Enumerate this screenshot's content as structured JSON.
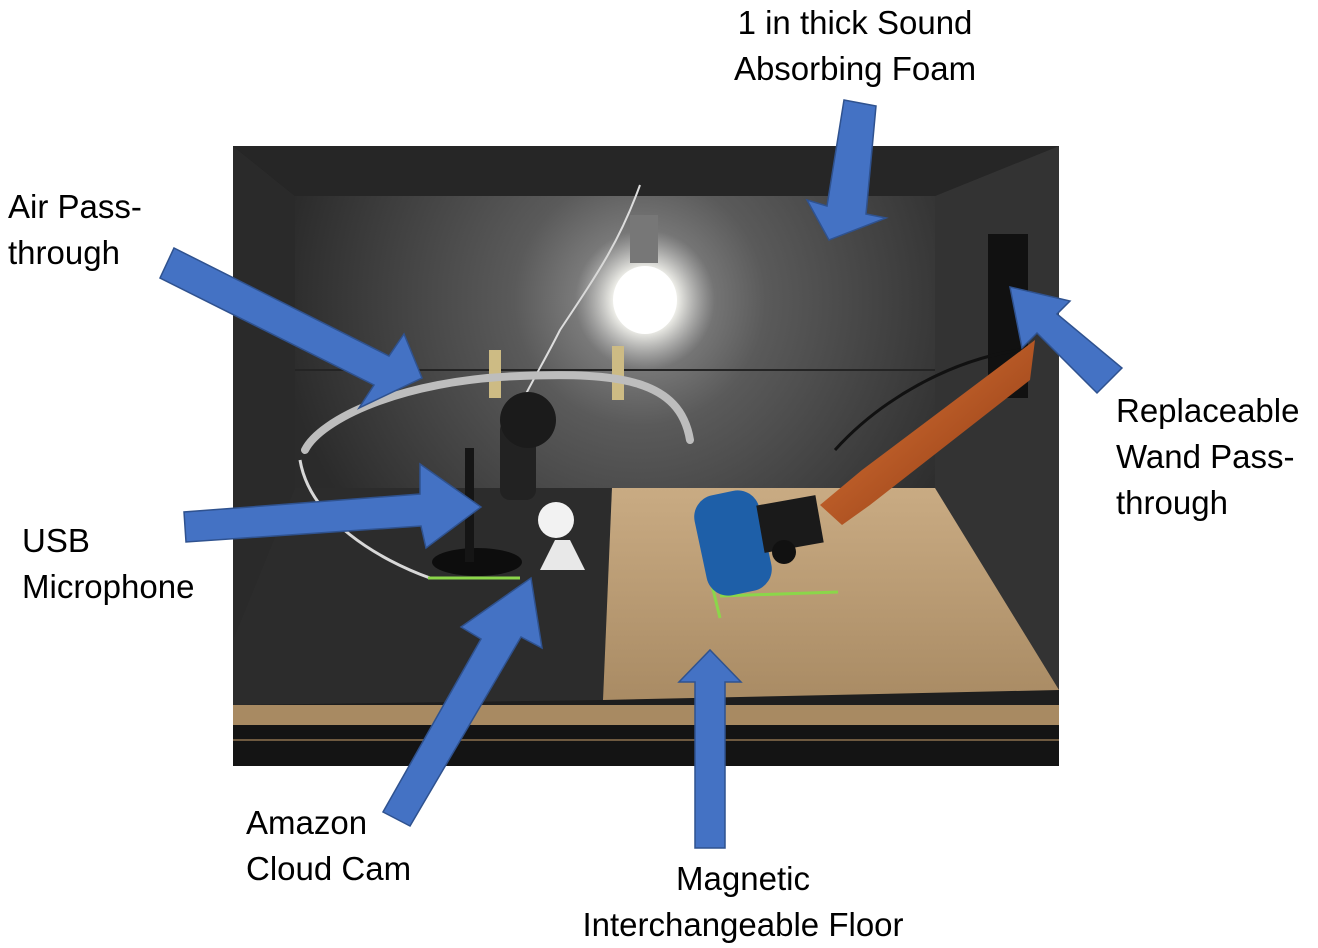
{
  "labels": {
    "foam": [
      "1 in thick Sound",
      "Absorbing Foam"
    ],
    "air": [
      "Air Pass-",
      "through"
    ],
    "usb": [
      "USB",
      "Microphone"
    ],
    "wand": [
      "Replaceable",
      "Wand Pass-",
      "through"
    ],
    "cam": [
      "Amazon",
      "Cloud Cam"
    ],
    "floor": [
      "Magnetic",
      "Interchangeable Floor"
    ]
  },
  "colors": {
    "arrow_fill": "#4472C4",
    "arrow_stroke": "#2F528F",
    "box_interior": "#3d3d3d",
    "floor_board": "#b89a74",
    "foam_mat": "#2c2c2c",
    "light_bulb": "#ffffff",
    "wand_tube": "#c0561f"
  },
  "icons": {
    "arrows": "arrow-shape",
    "photo": "test-enclosure-photo"
  }
}
